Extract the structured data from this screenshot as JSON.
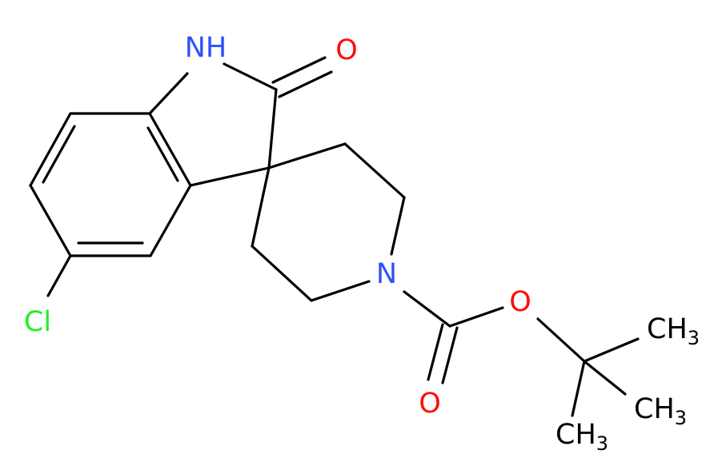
{
  "colors": {
    "bond": "#000000",
    "carbon": "#000000",
    "nitrogen": "#3050F8",
    "oxygen": "#FF0D0D",
    "chlorine": "#1FF01F"
  },
  "labels": {
    "nh": "NH",
    "o_lactam": "O",
    "n_piperidine": "N",
    "o_ester": "O",
    "o_carbonyl": "O",
    "cl": "Cl",
    "methyl_1": "CH3",
    "methyl_2": "CH3",
    "methyl_3": "CH3"
  }
}
